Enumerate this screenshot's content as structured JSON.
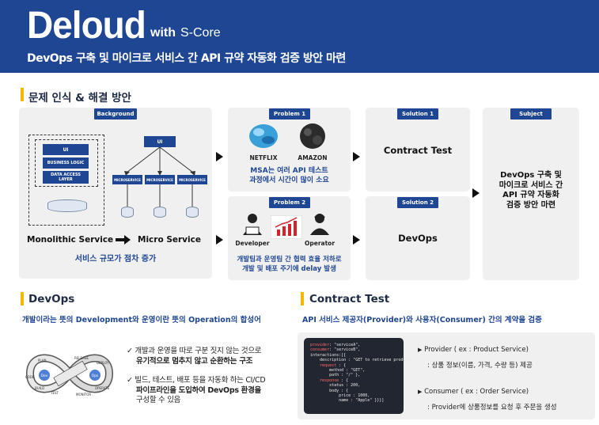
{
  "header": {
    "logo": "Deloud",
    "with": "with",
    "score": "S-Core",
    "subtitle": "DevOps 구축 및 마이크로 서비스 간 API 규약 자동화 검증 방안 마련"
  },
  "section1": {
    "title": "문제 인식 & 해결 방안",
    "background": {
      "pill": "Background",
      "mono_boxes": [
        "UI",
        "BUSINESS LOGIC",
        "DATA ACCESS LAYER"
      ],
      "micro_ui": "UI",
      "micro_services": [
        "MICROSERVICE",
        "MICROSERVICE",
        "MICROSERVICE"
      ],
      "mono_label": "Monolithic Service",
      "micro_label": "Micro Service",
      "caption": "서비스 규모가 점차 증가"
    },
    "problem1": {
      "pill": "Problem 1",
      "logo1": "NETFLIX",
      "logo2": "AMAZON",
      "caption": "MSA는 여러 API 테스트\n과정에서 시간이 많이 소요"
    },
    "problem2": {
      "pill": "Problem 2",
      "person1": "Developer",
      "person2": "Operator",
      "caption": "개발팀과 운영팀 간 협력 효율 저하로\n개발 및 배포 주기에 delay 발생"
    },
    "solution1": {
      "pill": "Solution 1",
      "label": "Contract Test"
    },
    "solution2": {
      "pill": "Solution 2",
      "label": "DevOps"
    },
    "subject": {
      "pill": "Subject",
      "label": "DevOps 구축 및\n마이크로 서비스 간\nAPI 규약 자동화\n검증 방안 마련"
    }
  },
  "devops": {
    "title": "DevOps",
    "subtitle": "개발이라는 뜻의 Development와 운영이란 뜻의 Operation의 합성어",
    "loop_labels": [
      "PLAN",
      "CODE",
      "BUILD",
      "TEST",
      "Dev",
      "Ops",
      "RELEASE",
      "DEPLOY",
      "OPERATE",
      "MONITOR"
    ],
    "check1_a": "개발과 운영을 따로 구분 짓지 않는 것으로",
    "check1_b": "유기적으로 멈추지 않고 순환하는 구조",
    "check2_a": "빌드, 테스트, 배포 등을 자동화 하는 CI/CD",
    "check2_b": "파이프라인을 도입하여 DevOps 환경을",
    "check2_c": "구성할 수 있음"
  },
  "contract": {
    "title": "Contract Test",
    "subtitle": "API 서비스 제공자(Provider)와 사용자(Consumer) 간의 계약을 검증",
    "code": [
      [
        "provider",
        ": \"serviceA\","
      ],
      [
        "consumer",
        ": \"serviceB\","
      ],
      [
        "",
        "interactions:[{"
      ],
      [
        "",
        "    description : \"GET to retrieve product\","
      ],
      [
        "request",
        " : {"
      ],
      [
        "",
        "        method : \"GET\","
      ],
      [
        "",
        "        path : \"/\" },"
      ],
      [
        "response",
        " : {"
      ],
      [
        "",
        "        status : 200,"
      ],
      [
        "",
        "        body : {"
      ],
      [
        "",
        "            price : 1000,"
      ],
      [
        "",
        "            name : \"Apple\" }}}]"
      ]
    ],
    "provider_head": "Provider ( ex : Product Service)",
    "provider_desc": ": 상품 정보(이름, 가격, 수량 등) 제공",
    "consumer_head": "Consumer ( ex : Order Service)",
    "consumer_desc": ": Provider에 상품정보를 요청 후 주문을 생성"
  },
  "colors": {
    "brand": "#1f4692",
    "accent": "#f5b800",
    "panel": "#f0f0f0"
  }
}
